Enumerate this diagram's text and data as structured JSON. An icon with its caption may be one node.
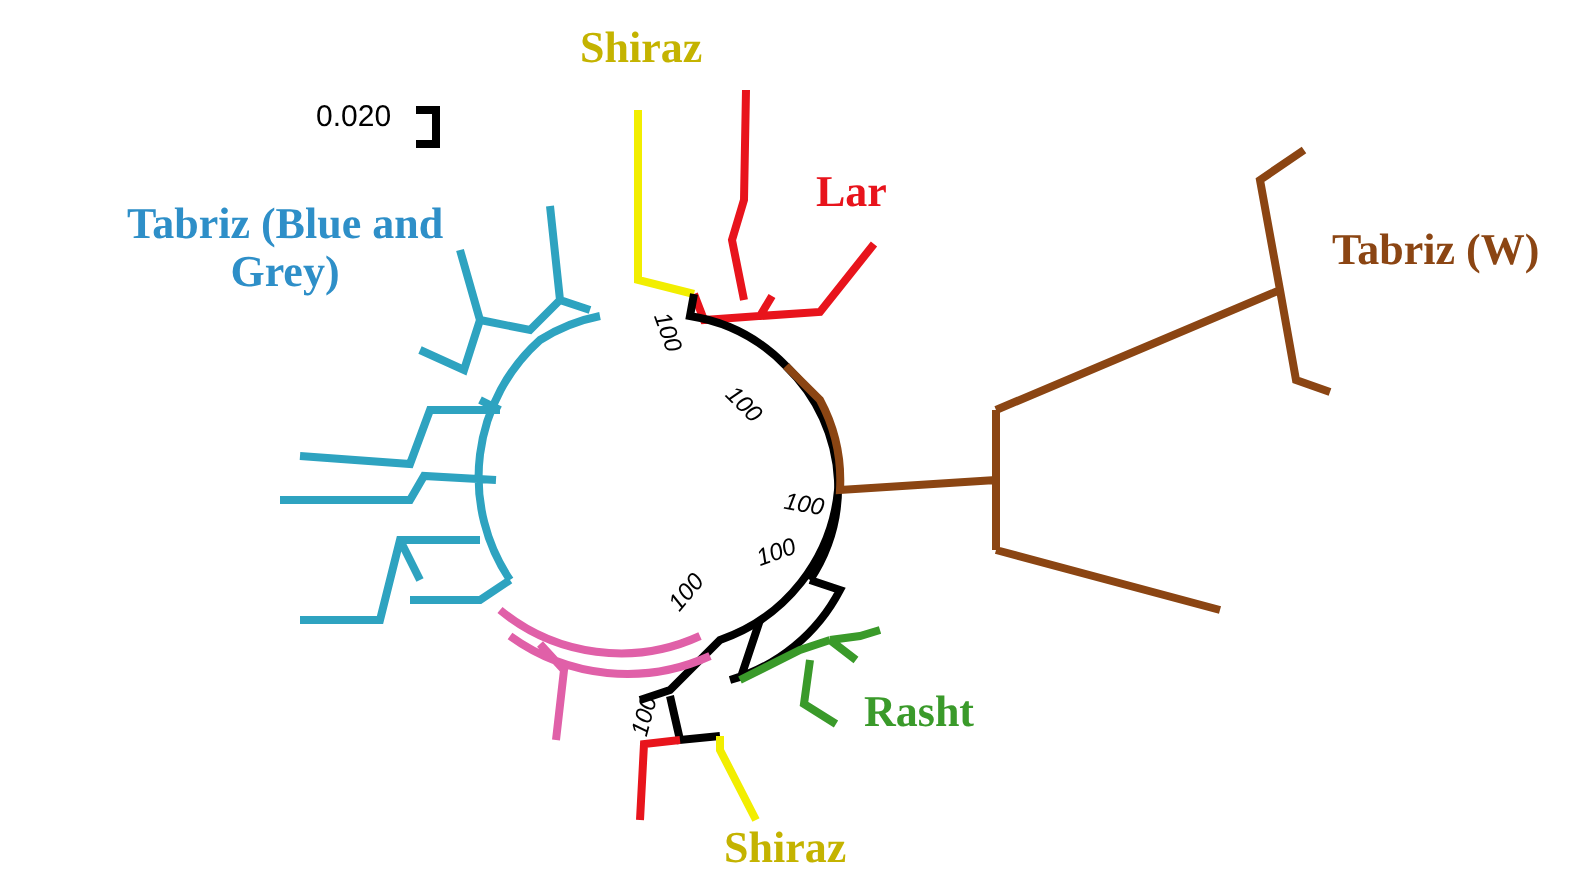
{
  "diagram": {
    "labels": [
      "0.020",
      "Shiraz",
      "Lar",
      "Tabriz (W)",
      "Tabriz (Blue and Grey)",
      "100",
      "100",
      "100",
      "100",
      "100",
      "Rasht",
      "100",
      "Shiraz"
    ]
  }
}
